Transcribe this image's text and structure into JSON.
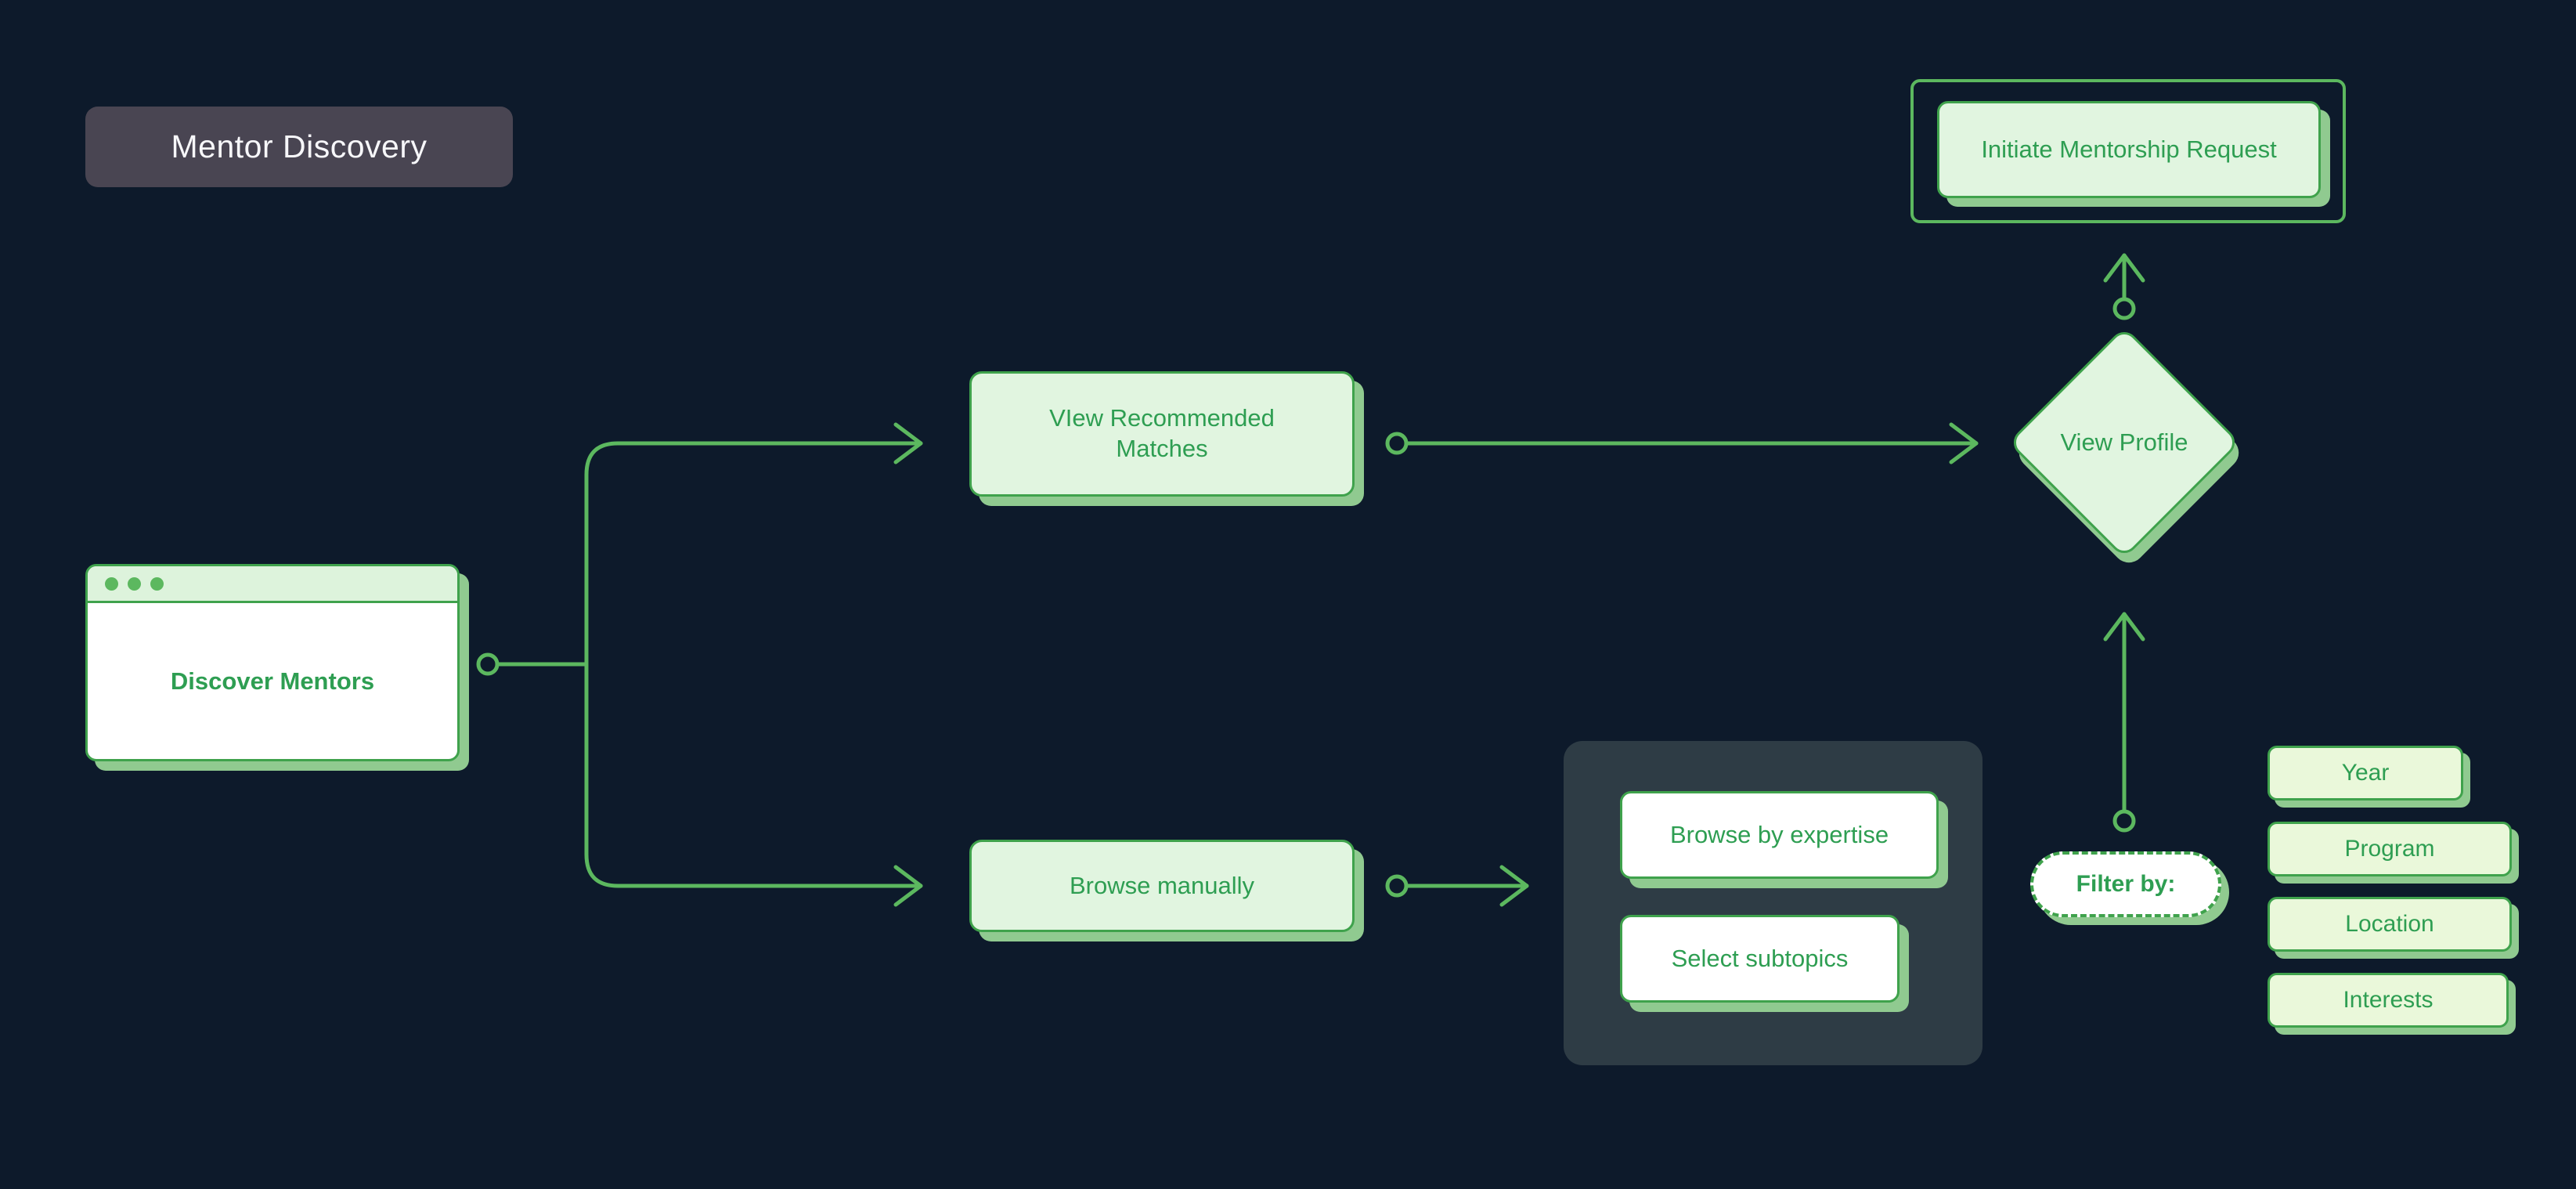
{
  "diagram": {
    "title": "Mentor Discovery",
    "nodes": {
      "initiate_request": "Initiate Mentorship Request",
      "view_matches": "VIew Recommended Matches",
      "discover_mentors": "Discover Mentors",
      "view_profile": "View Profile",
      "browse_manually": "Browse manually",
      "browse_by_expertise": "Browse by expertise",
      "select_subtopics": "Select subtopics",
      "filter_by": "Filter by:"
    },
    "filters": [
      "Year",
      "Program",
      "Location",
      "Interests"
    ],
    "colors": {
      "background": "#0d1a2b",
      "connector_green": "#5cb85f",
      "node_border_green": "#3fa24c",
      "node_fill_mint": "#e1f5e0",
      "chip_fill": "#eaf8da",
      "shadow_green": "#90ca90",
      "text_green": "#2e9e52",
      "panel_slate": "#2e3c45",
      "title_badge_fill": "#494552"
    }
  }
}
